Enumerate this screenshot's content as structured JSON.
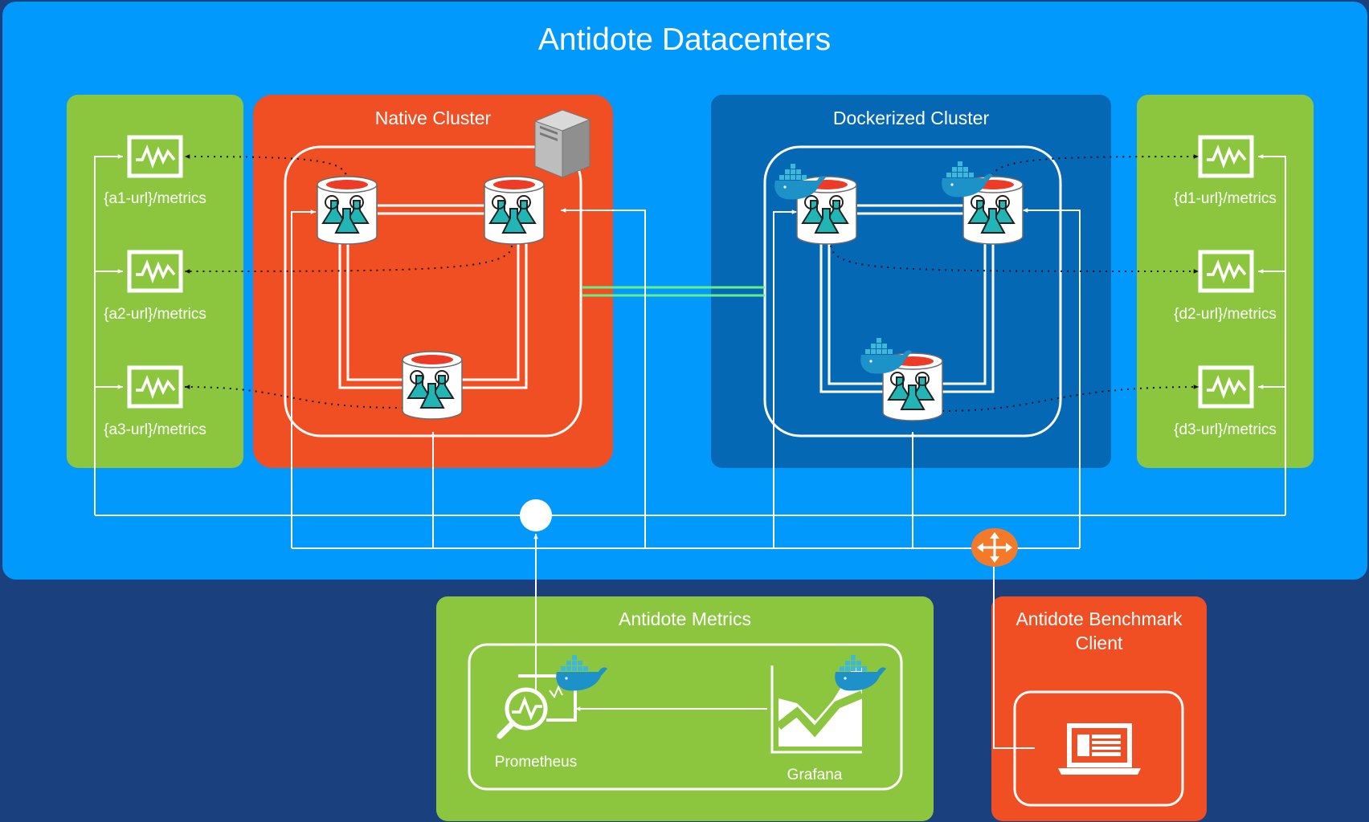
{
  "datacenters": {
    "title": "Antidote Datacenters"
  },
  "native_cluster": {
    "title": "Native Cluster"
  },
  "dockerized_cluster": {
    "title": "Dockerized Cluster"
  },
  "native_metrics": {
    "endpoints": [
      {
        "label": "{a1-url}/metrics"
      },
      {
        "label": "{a2-url}/metrics"
      },
      {
        "label": "{a3-url}/metrics"
      }
    ]
  },
  "docker_metrics": {
    "endpoints": [
      {
        "label": "{d1-url}/metrics"
      },
      {
        "label": "{d2-url}/metrics"
      },
      {
        "label": "{d3-url}/metrics"
      }
    ]
  },
  "antidote_metrics": {
    "title": "Antidote Metrics",
    "prometheus": {
      "label": "Prometheus"
    },
    "grafana": {
      "label": "Grafana"
    }
  },
  "benchmark_client": {
    "title": "Antidote Benchmark Client"
  },
  "colors": {
    "datacenter_bg": "#0299fd",
    "outer_bg": "#1a407e",
    "green_panel": "#8cc63f",
    "orange_panel": "#f04e23",
    "docker_panel": "#0468b4",
    "link_green": "#66ee88"
  },
  "icons": {
    "node": "antidote-node-icon",
    "metrics": "monitor-graph-icon",
    "server": "server-icon",
    "docker": "docker-whale-icon",
    "router": "router-icon",
    "hub": "hub-icon",
    "prometheus": "prometheus-icon",
    "grafana": "grafana-chart-icon",
    "laptop": "laptop-icon"
  }
}
